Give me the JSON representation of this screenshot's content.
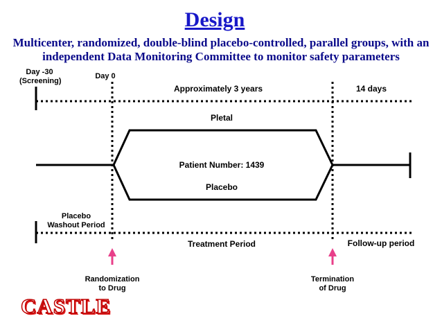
{
  "title": "Design",
  "subtitle_line1": "Multicenter, randomized, double-blind placebo-controlled, parallel groups, with an",
  "subtitle_line2": "independent Data Monitoring Committee to monitor safety parameters",
  "labels": {
    "day_minus30": "Day -30",
    "screening": "(Screening)",
    "day0": "Day 0",
    "approx_years": "Approximately 3 years",
    "fourteen_days": "14 days",
    "pletal": "Pletal",
    "patient_number": "Patient Number: 1439",
    "placebo": "Placebo",
    "placebo_washout_line1": "Placebo",
    "placebo_washout_line2": "Washout Period",
    "treatment_period": "Treatment Period",
    "followup_period": "Follow-up period",
    "randomization_line1": "Randomization",
    "randomization_line2": "to Drug",
    "termination_line1": "Termination",
    "termination_line2": "of Drug"
  },
  "logo_text": "CASTLE",
  "colors": {
    "title": "#1818c8",
    "subtitle": "#0a0a8a",
    "arrow": "#e8408a",
    "logo": "#c00000"
  }
}
